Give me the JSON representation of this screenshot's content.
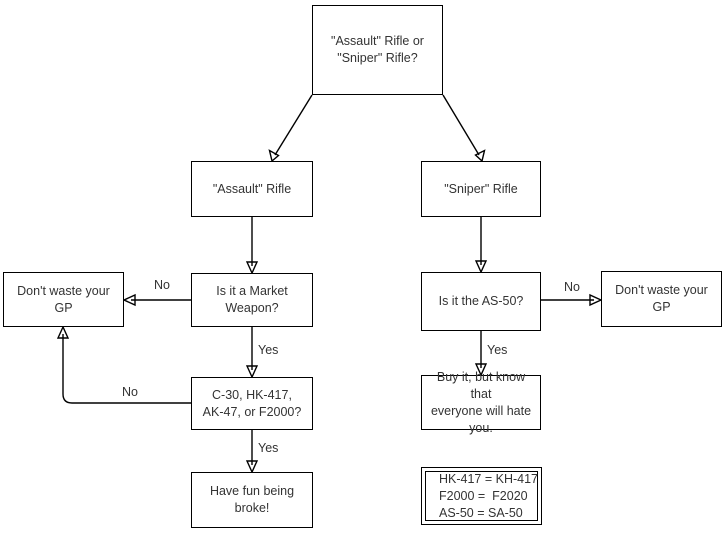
{
  "diagram": {
    "title": "Assault Rifle or Sniper Rifle decision flowchart",
    "nodes": {
      "root_question": "\"Assault\" Rifle or\n\"Sniper\" Rifle?",
      "assault_rifle": "\"Assault\" Rifle",
      "sniper_rifle": "\"Sniper\" Rifle",
      "market_weapon": "Is it a Market\nWeapon?",
      "dont_waste_left": "Don't waste your GP",
      "as50_question": "Is it the AS-50?",
      "dont_waste_right": "Don't waste your GP",
      "gun_list": "C-30, HK-417,\nAK-47, or F2000?",
      "buy_it": "Buy it, but know that\neveryone will hate\nyou.",
      "have_fun": "Have fun being\nbroke!"
    },
    "edge_labels": {
      "market_no": "No",
      "market_yes": "Yes",
      "gunlist_no": "No",
      "gunlist_yes": "Yes",
      "as50_no": "No",
      "as50_yes": "Yes"
    },
    "legend": {
      "line1": "HK-417 = KH-417",
      "line2": "F2000 =  F2020",
      "line3": "AS-50 = SA-50"
    },
    "colors": {
      "background": "#ffffff",
      "stroke": "#000000",
      "text": "#333333"
    }
  }
}
